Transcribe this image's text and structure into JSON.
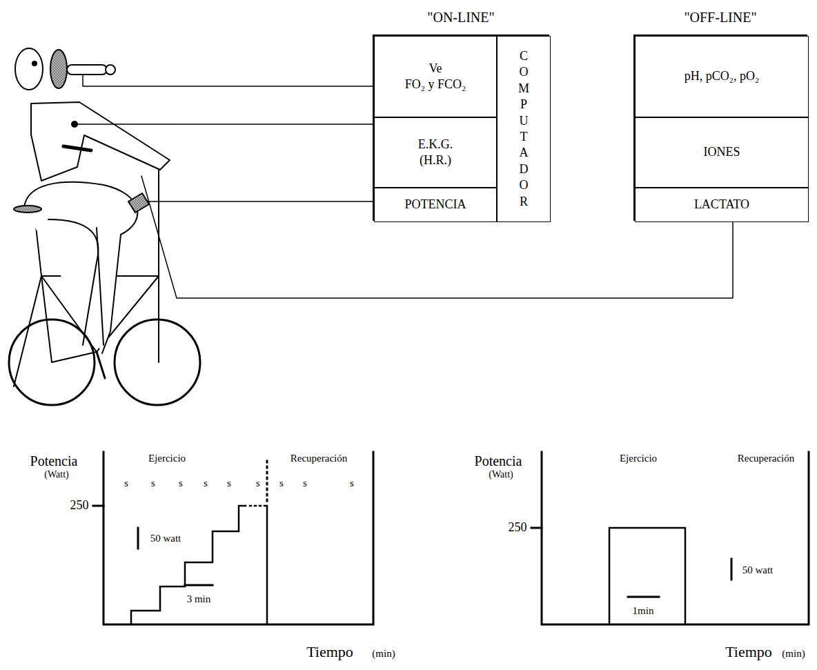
{
  "diagram": {
    "nodes": [
      {
        "text": [
          "\"ON-LINE\""
        ]
      },
      {
        "text": [
          "Ve",
          "FO₂ y FCO₂"
        ],
        "in": 0
      },
      {
        "text": [
          "E.K.G.",
          "(H.R.)"
        ],
        "in": 0
      },
      {
        "text": [
          "POTENCIA"
        ],
        "in": 0
      },
      {
        "text": [
          "COMPUTADOR"
        ],
        "in": 0
      },
      {
        "text": [
          "\"OFF-LINE\""
        ]
      },
      {
        "text": [
          "pH, pCO₂, pO₂"
        ],
        "in": 5
      },
      {
        "text": [
          "IONES"
        ],
        "in": 5
      },
      {
        "text": [
          "LACTATO"
        ],
        "in": 5
      }
    ],
    "labels": [
      "Potencia",
      "(Watt)",
      "Ejercicio",
      "Recuperación",
      "s",
      "s",
      "s",
      "s",
      "s",
      "s",
      "s",
      "s",
      "s",
      "250",
      "50 watt",
      "3 min",
      "Tiempo",
      "(min)",
      "Potencia",
      "(Watt)",
      "Ejercicio",
      "Recuperación",
      "250",
      "50 watt",
      "1min",
      "Tiempo",
      "(min)"
    ]
  }
}
